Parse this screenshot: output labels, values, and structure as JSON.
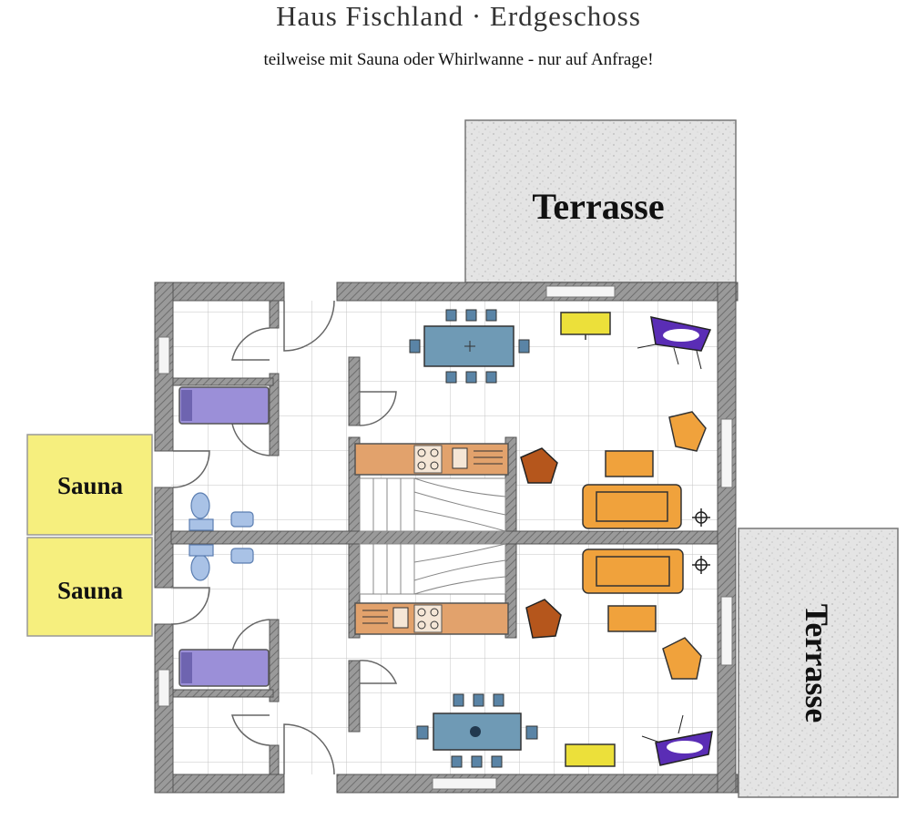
{
  "header": {
    "title": "Haus Fischland · Erdgeschoss",
    "subtitle": "teilweise mit Sauna oder Whirlwanne - nur auf Anfrage!"
  },
  "labels": {
    "terrace_top": "Terrasse",
    "terrace_right": "Terrasse",
    "sauna_upper": "Sauna",
    "sauna_lower": "Sauna"
  },
  "colors": {
    "wall": "#8a8a8a",
    "grid": "#bdbdbd",
    "terrace": "#e6e6e6",
    "sauna": "#f5ee7a",
    "table": "#6f9ab5",
    "chair": "#5a84a6",
    "sofa": "#f0a23c",
    "kitchen": "#e0a06a",
    "bathtub": "#9a8ed6",
    "tv": "#5a2db5",
    "lamp": "#ece03a",
    "armchair_brown": "#b5561c"
  }
}
